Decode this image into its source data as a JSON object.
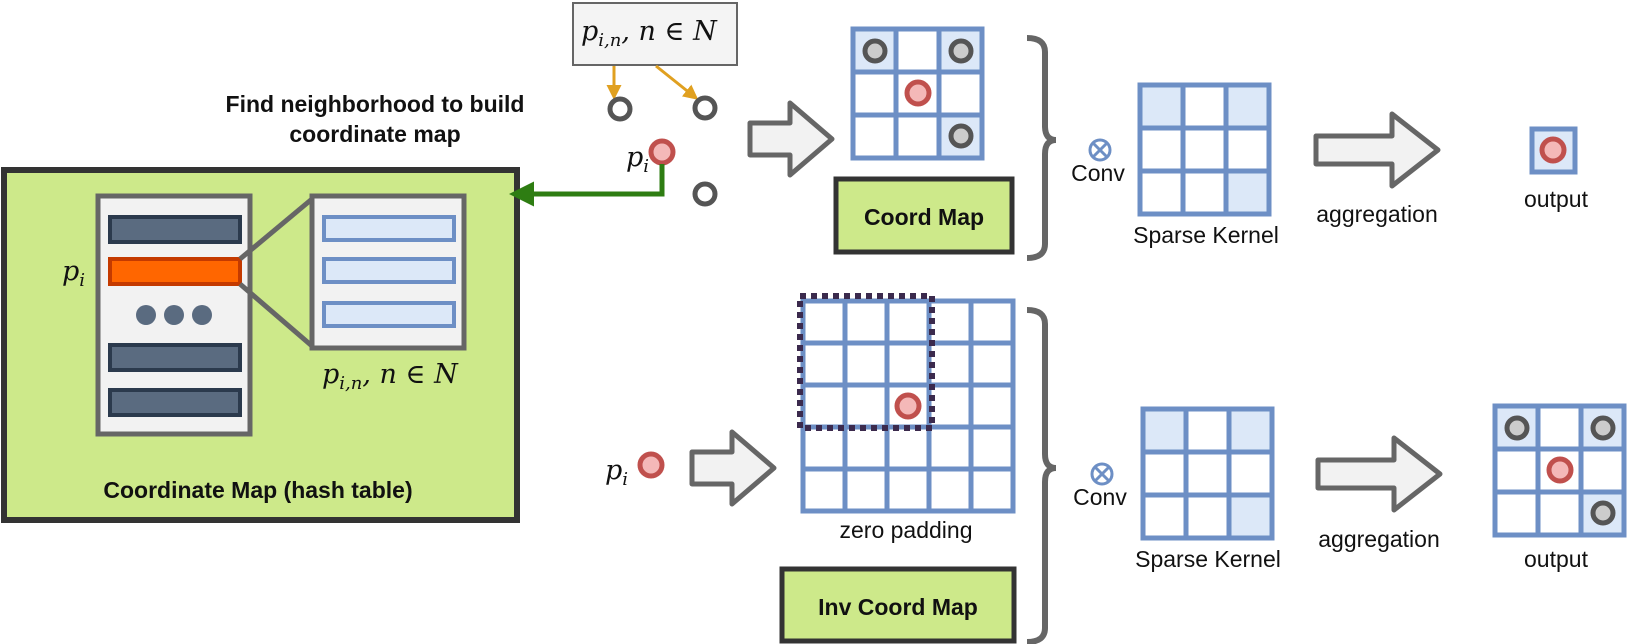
{
  "math": {
    "p": "p",
    "i": "i",
    "i_n": "i,n",
    "membership": ", n ∈ N"
  },
  "labels": {
    "find_neighborhood_line1": "Find neighborhood to build",
    "find_neighborhood_line2": "coordinate map",
    "coordinate_map_hash_table": "Coordinate Map (hash table)",
    "coord_map": "Coord Map",
    "inv_coord_map": "Inv Coord Map",
    "conv_top": "Conv",
    "conv_bottom": "Conv",
    "sparse_kernel_top": "Sparse Kernel",
    "sparse_kernel_bottom": "Sparse Kernel",
    "aggregation_top": "aggregation",
    "aggregation_bottom": "aggregation",
    "output_top": "output",
    "output_bottom": "output",
    "zero_padding": "zero padding"
  },
  "colors": {
    "grid_blue": "#6d8fc5",
    "cell_light_blue": "#dce8f8",
    "green_fill": "#cde98a",
    "dark_border": "#333333",
    "gray_point": "#555555",
    "red_point": "#c0504d",
    "red_point_inner": "#f4b8b8",
    "orange_row": "#ff6600",
    "arrow_orange": "#e0a020",
    "arrow_green": "#2e7d12",
    "row_dark": "#5a6b80"
  }
}
